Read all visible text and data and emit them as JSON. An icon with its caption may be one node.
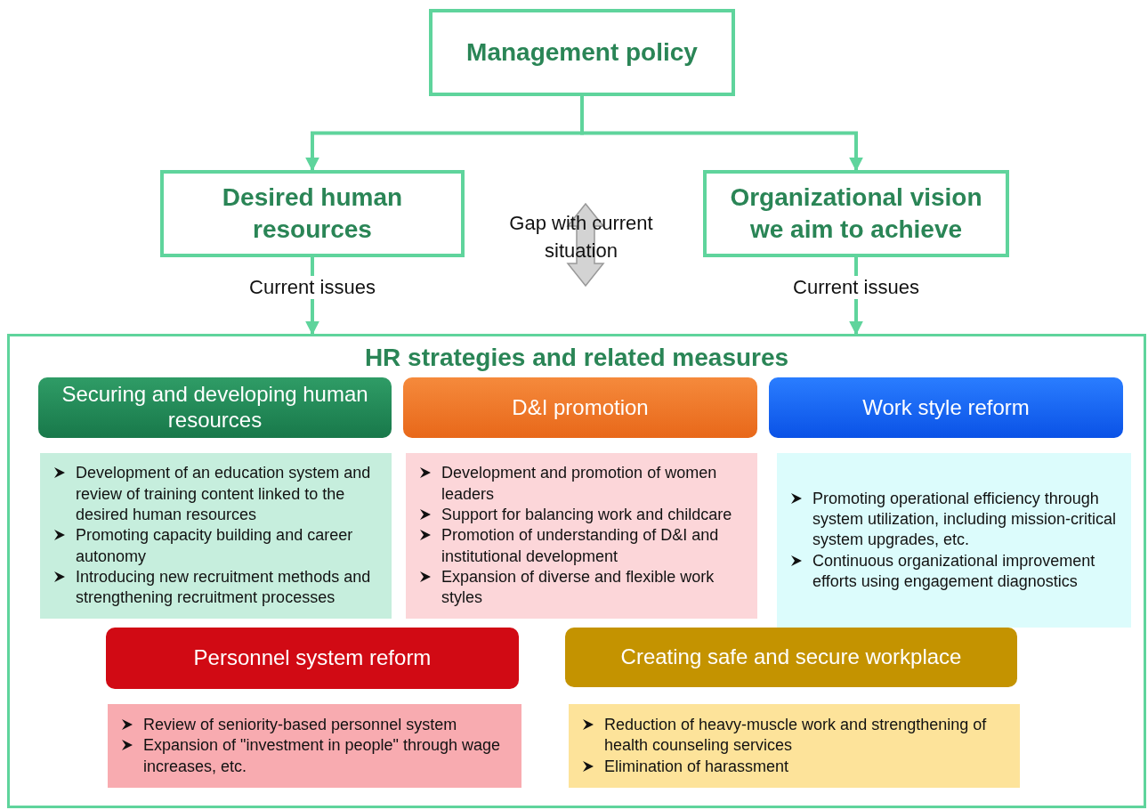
{
  "diagram": {
    "nodes": [
      {
        "text": [
          "Management policy"
        ]
      },
      {
        "text": [
          "Desired human resources"
        ]
      },
      {
        "text": [
          "Organizational vision we aim to achieve"
        ]
      },
      {
        "text": [
          "HR strategies and related measures"
        ]
      },
      {
        "text": [
          "Securing and developing human resources"
        ],
        "in": 3
      },
      {
        "text": [
          "Development of an education system and review of training content linked to the desired human resources",
          "Promoting capacity building and career autonomy",
          "Introducing new recruitment methods and strengthening recruitment processes"
        ],
        "in": 3
      },
      {
        "text": [
          "D&I promotion"
        ],
        "in": 3
      },
      {
        "text": [
          "Development and promotion of women leaders",
          "Support for balancing work and childcare",
          "Promotion of understanding of D&I and institutional development",
          "Expansion of diverse and flexible work styles"
        ],
        "in": 3
      },
      {
        "text": [
          "Work style reform"
        ],
        "in": 3
      },
      {
        "text": [
          "Promoting operational efficiency through system utilization, including mission-critical system upgrades, etc.",
          "Continuous organizational improvement efforts using engagement diagnostics"
        ],
        "in": 3
      },
      {
        "text": [
          "Personnel system reform"
        ],
        "in": 3
      },
      {
        "text": [
          "Review of seniority-based personnel system",
          "Expansion of \"investment in people\" through wage increases, etc."
        ],
        "in": 3
      },
      {
        "text": [
          "Creating safe and secure workplace"
        ],
        "in": 3
      },
      {
        "text": [
          "Reduction of heavy-muscle work and strengthening of health counseling services",
          "Elimination of harassment"
        ],
        "in": 3
      }
    ],
    "edges": [
      {
        "from": 0,
        "to": 1,
        "arrow": "to"
      },
      {
        "from": 0,
        "to": 2,
        "arrow": "to"
      },
      {
        "from": 1,
        "to": 3,
        "arrow": "to",
        "label": "Current issues"
      },
      {
        "from": 2,
        "to": 3,
        "arrow": "to",
        "label": "Current issues"
      }
    ],
    "labels": [
      "Gap with current situation"
    ]
  }
}
